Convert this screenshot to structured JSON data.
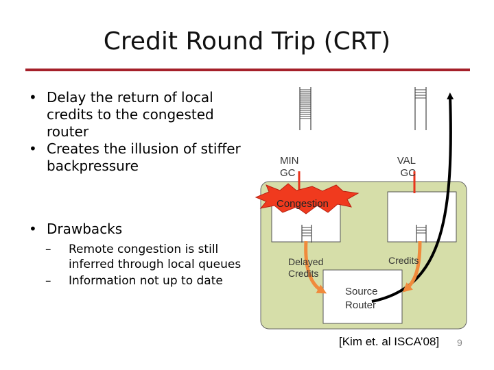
{
  "slide": {
    "title": "Credit Round Trip (CRT)",
    "bullets": [
      "Delay the return of local credits to the congested router",
      "Creates the illusion of stiffer backpressure"
    ],
    "drawbacks_heading": "Drawbacks",
    "drawbacks": [
      "Remote congestion is still inferred through local queues",
      "Information not up to date"
    ],
    "citation": "[Kim et. al ISCA’08]",
    "page_number": "9"
  },
  "diagram": {
    "min_gc": [
      "MIN",
      "GC"
    ],
    "val_gc": [
      "VAL",
      "GC"
    ],
    "congestion": "Congestion",
    "delayed_credits": [
      "Delayed",
      "Credits"
    ],
    "credits": "Credits",
    "source_router": [
      "Source",
      "Router"
    ],
    "colors": {
      "router_fill": "#d6dea9",
      "congestion_fill": "#f03a1e",
      "credit_arrow": "#f08a3c",
      "path_arrow": "#000000",
      "accent_rule": "#a5202a"
    }
  }
}
